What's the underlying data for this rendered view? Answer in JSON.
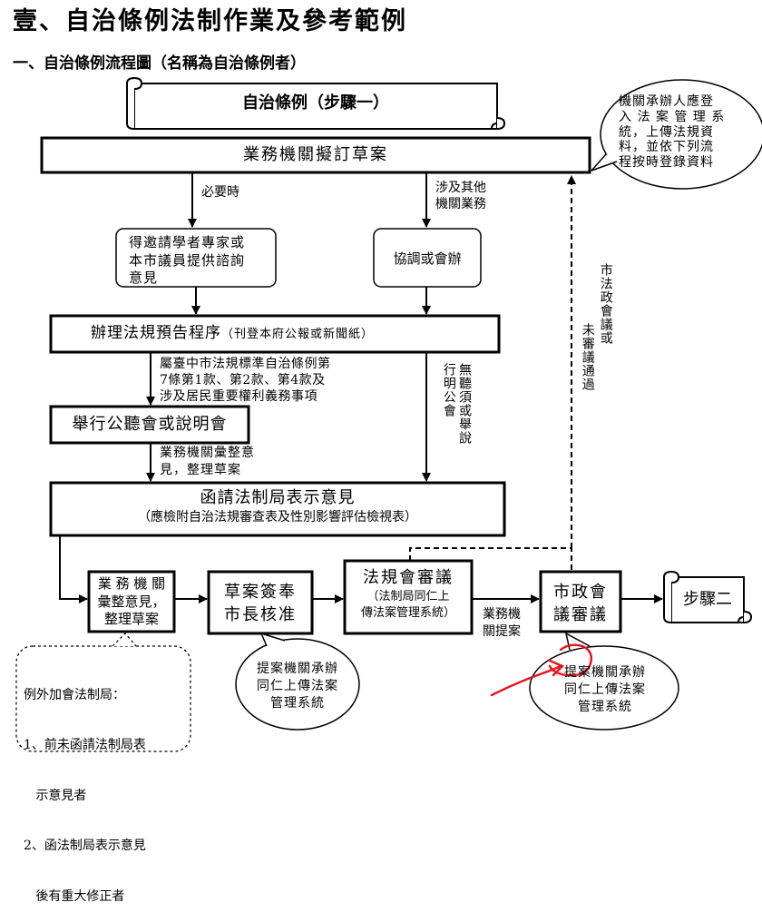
{
  "page": {
    "title": "壹、自治條例法制作業及參考範例",
    "subtitle": "一、自治條例流程圖（名稱為自治條例者）"
  },
  "flow": {
    "scroll_start": "自治條例（步驟一）",
    "draft": "業務機關擬訂草案",
    "bubble_top": [
      "機關承辦人應登",
      "入 法 案 管 理 系",
      "統，上傳法規資",
      "料，並依下列流",
      "程按時登錄資料"
    ],
    "label_necessary": "必要時",
    "label_other_agency": [
      "涉及其他",
      "機關業務"
    ],
    "box_experts": [
      "得邀請學者專家或",
      "本市議員提供諮詢",
      "意見"
    ],
    "box_coordinate": "協調或會辦",
    "preannounce_main": "辦理法規預告程序",
    "preannounce_note": "（刊登本府公報或新聞紙）",
    "label_standard": [
      "屬臺中市法規標準自治條例第",
      "7條第1款、第2款、第4款及",
      "涉及居民重要權利義務事項"
    ],
    "label_no_hearing": "無聽須或舉說行明公會",
    "hearing": "舉行公聽會或說明會",
    "label_compile": [
      "業務機關彙整意",
      "見，整理草案"
    ],
    "request_main": "函請法制局表示意見",
    "request_note": "（應檢附自治法規審查表及性別影響評估檢視表）",
    "council_vertical": "市法政會議或",
    "council_vertical_2": "未審議通過",
    "box_compile": [
      "業 務 機 關",
      "彙整意見，",
      "整理草案"
    ],
    "box_mayor": [
      "草案簽奉",
      "市長核准"
    ],
    "box_review_main": "法規會審議",
    "box_review_note": [
      "（法制局同仁上",
      "傳法案管理系統）"
    ],
    "label_submit": [
      "業務機",
      "關提案"
    ],
    "box_council": [
      "市政會",
      "議審議"
    ],
    "scroll_end": "步驟二",
    "note_exception": [
      "例外加會法制局：",
      "1、前未函請法制局表",
      "   示意見者",
      "2、函法制局表示意見",
      "   後有重大修正者"
    ],
    "bubble_mid": [
      "提案機關承辦",
      "同仁上傳法案",
      "管理系統"
    ],
    "bubble_right": [
      "提案機關承辦",
      "同仁上傳法案",
      "管理系統"
    ]
  },
  "colors": {
    "line": "#000000",
    "annotation": "#e8141c"
  }
}
